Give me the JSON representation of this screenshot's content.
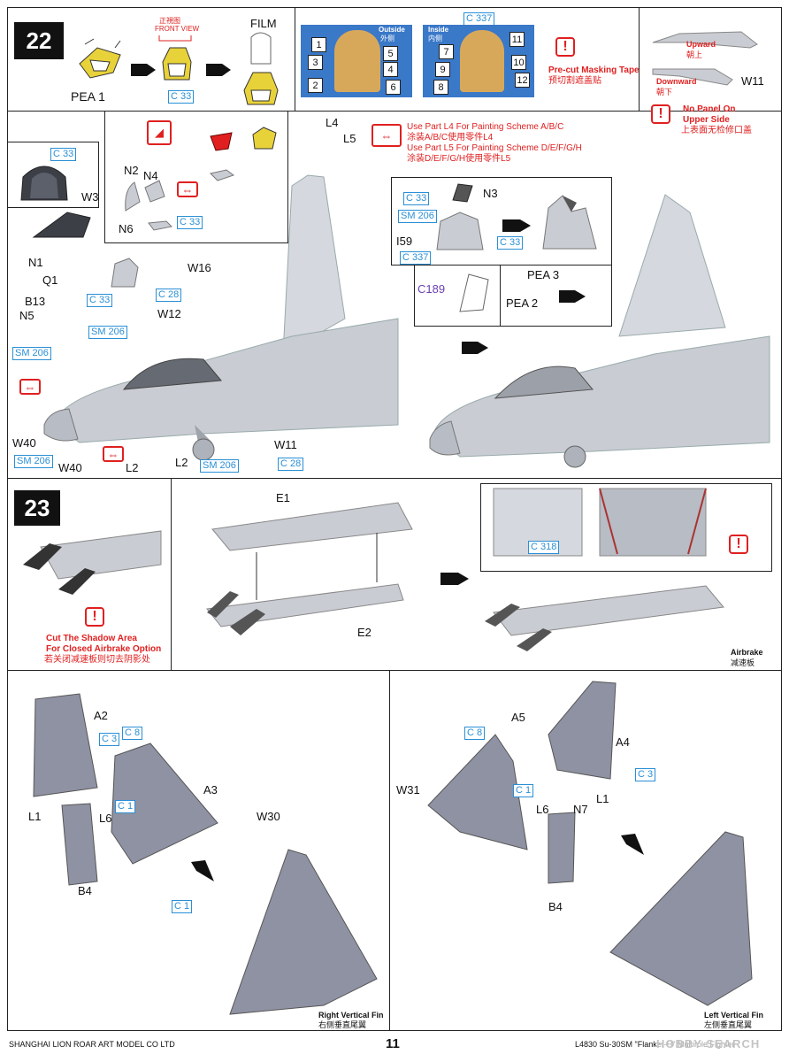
{
  "step22": {
    "number": "22",
    "pea1": "PEA 1",
    "front_view_cn": "正視图",
    "front_view": "FRONT VIEW",
    "c33": "C 33",
    "film": "FILM",
    "outside": "Outside",
    "outside_cn": "外侧",
    "inside": "Inside",
    "inside_cn": "内侧",
    "c337": "C 337",
    "mask_numbers_out": [
      "1",
      "2",
      "3",
      "4",
      "5",
      "6"
    ],
    "mask_numbers_in": [
      "7",
      "8",
      "9",
      "10",
      "11",
      "12"
    ],
    "precut_en": "Pre-cut Masking Tape",
    "precut_cn": "预切割遮盖贴",
    "upward": "Upward",
    "upward_cn": "朝上",
    "downward": "Downward",
    "downward_cn": "朝下",
    "w11": "W11",
    "no_panel_en1": "No Panel On",
    "no_panel_en2": "Upper Side",
    "no_panel_cn": "上表面无检修口盖",
    "l4": "L4",
    "l5": "L5",
    "scheme_l4_en": "Use Part L4 For Painting Scheme A/B/C",
    "scheme_l4_cn": "涂装A/B/C使用零件L4",
    "scheme_l5_en": "Use Part L5 For Painting Scheme D/E/F/G/H",
    "scheme_l5_cn": "涂装D/E/F/G/H使用零件L5",
    "n2": "N2",
    "n4": "N4",
    "n6": "N6",
    "n1": "N1",
    "w3": "W3",
    "q1": "Q1",
    "b13": "B13",
    "n5": "N5",
    "sm206": "SM 206",
    "c28": "C 28",
    "w12": "W12",
    "w16": "W16",
    "w40": "W40",
    "l2": "L2",
    "w11b": "W11",
    "n3": "N3",
    "i59": "I59",
    "c189": "C189",
    "pea3": "PEA 3",
    "pea2": "PEA 2"
  },
  "step23": {
    "number": "23",
    "cut_line1": "Cut  The Shadow Area",
    "cut_line2": "For Closed Airbrake Option",
    "cut_cn": "若关闭减速板则切去阴影处",
    "e1": "E1",
    "e2": "E2",
    "c318": "C 318",
    "airbrake": "Airbrake",
    "airbrake_cn": "减速板"
  },
  "fins": {
    "a2": "A2",
    "a3": "A3",
    "c3": "C 3",
    "c8": "C 8",
    "c1": "C 1",
    "l1": "L1",
    "l6": "L6",
    "w30": "W30",
    "b4": "B4",
    "right_fin": "Right Vertical Fin",
    "right_fin_cn": "右侧垂直尾翼",
    "a4": "A4",
    "a5": "A5",
    "n7": "N7",
    "w31": "W31",
    "left_fin": "Left Vertical Fin",
    "left_fin_cn": "左侧垂直尾翼"
  },
  "footer": {
    "company": "SHANGHAI LION ROAR ART MODEL CO LTD",
    "page": "11",
    "product": "L4830 Su-30SM \"Flanker-H\" Multirole Fighter",
    "watermark": "HOBBY SEARCH"
  },
  "colors": {
    "blue_label": "#2a8fd6",
    "warning_red": "#e02020",
    "mask_blue": "#3a78c8",
    "canopy_yellow": "#e8d23a",
    "plane_gray": "#c9ccd3",
    "fin_gray": "#8f92a3"
  }
}
